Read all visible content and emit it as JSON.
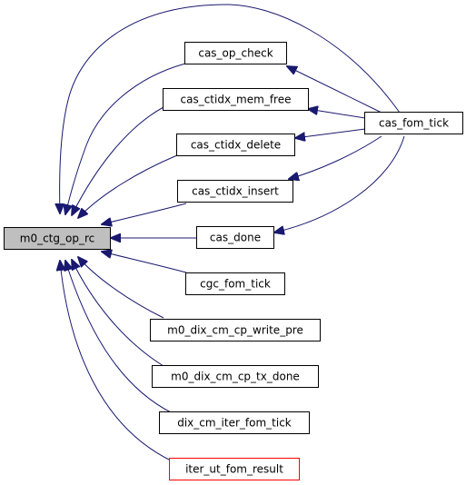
{
  "graph": {
    "nodes": {
      "m0_ctg_op_rc": "m0_ctg_op_rc",
      "cas_op_check": "cas_op_check",
      "cas_ctidx_mem_free": "cas_ctidx_mem_free",
      "cas_ctidx_delete": "cas_ctidx_delete",
      "cas_ctidx_insert": "cas_ctidx_insert",
      "cas_done": "cas_done",
      "cgc_fom_tick": "cgc_fom_tick",
      "m0_dix_cm_cp_write_pre": "m0_dix_cm_cp_write_pre",
      "m0_dix_cm_cp_tx_done": "m0_dix_cm_cp_tx_done",
      "dix_cm_iter_fom_tick": "dix_cm_iter_fom_tick",
      "iter_ut_fom_result": "iter_ut_fom_result",
      "cas_fom_tick": "cas_fom_tick"
    },
    "colors": {
      "edge": "#191970",
      "root_fill": "#bfbfbf",
      "node_border": "#000000",
      "highlight_border": "#ff0000"
    }
  }
}
